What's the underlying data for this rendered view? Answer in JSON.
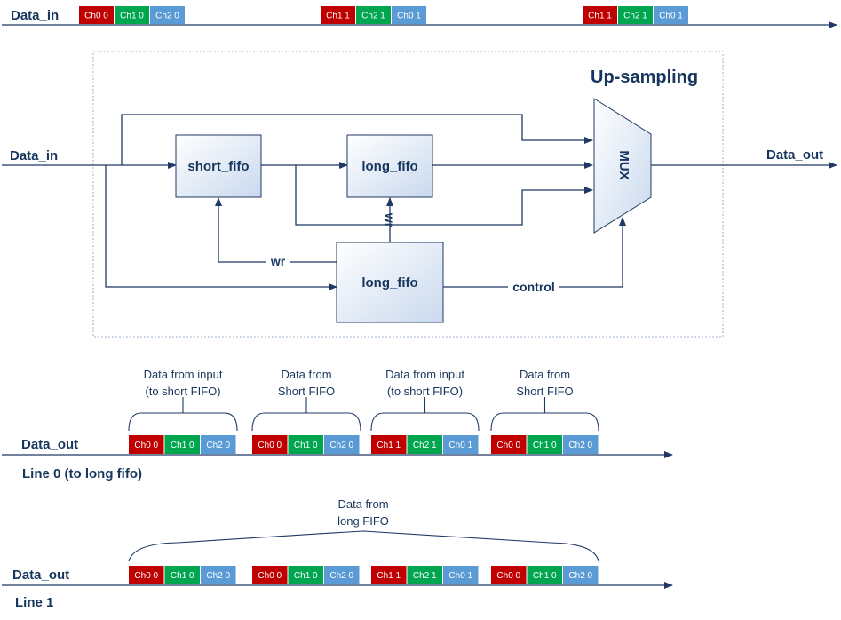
{
  "labels": {
    "data_in_top": "Data_in",
    "data_in_left": "Data_in",
    "data_out_right": "Data_out",
    "up_sampling": "Up-sampling",
    "mux": "MUX",
    "wr_vertical": "wr",
    "wr_horizontal": "wr",
    "control": "control",
    "data_out_line0": "Data_out",
    "line0": "Line 0 (to long fifo)",
    "data_out_line1": "Data_out",
    "line1": "Line 1"
  },
  "boxes": {
    "short_fifo": "short_fifo",
    "long_fifo_top": "long_fifo",
    "long_fifo_bottom": "long_fifo"
  },
  "annotations": {
    "line0": [
      [
        "Data from input",
        "(to short FIFO)"
      ],
      [
        "Data from",
        "Short FIFO"
      ],
      [
        "Data from input",
        "(to short FIFO)"
      ],
      [
        "Data from",
        "Short FIFO"
      ]
    ],
    "line1": [
      "Data from",
      "long FIFO"
    ]
  },
  "colors": {
    "ch0": "#c00000",
    "ch1": "#00a550",
    "ch2": "#5b9bd5",
    "line": "#1f3864",
    "text": "#17365d"
  },
  "streams": {
    "data_in": [
      [
        {
          "label": "Ch0 0",
          "color": "ch0"
        },
        {
          "label": "Ch1 0",
          "color": "ch1"
        },
        {
          "label": "Ch2 0",
          "color": "ch2"
        }
      ],
      [
        {
          "label": "Ch1 1",
          "color": "ch0"
        },
        {
          "label": "Ch2 1",
          "color": "ch1"
        },
        {
          "label": "Ch0 1",
          "color": "ch2"
        }
      ],
      [
        {
          "label": "Ch1 1",
          "color": "ch0"
        },
        {
          "label": "Ch2 1",
          "color": "ch1"
        },
        {
          "label": "Ch0 1",
          "color": "ch2"
        }
      ]
    ],
    "line0": [
      [
        {
          "label": "Ch0 0",
          "color": "ch0"
        },
        {
          "label": "Ch1 0",
          "color": "ch1"
        },
        {
          "label": "Ch2 0",
          "color": "ch2"
        }
      ],
      [
        {
          "label": "Ch0 0",
          "color": "ch0"
        },
        {
          "label": "Ch1 0",
          "color": "ch1"
        },
        {
          "label": "Ch2 0",
          "color": "ch2"
        }
      ],
      [
        {
          "label": "Ch1 1",
          "color": "ch0"
        },
        {
          "label": "Ch2 1",
          "color": "ch1"
        },
        {
          "label": "Ch0 1",
          "color": "ch2"
        }
      ],
      [
        {
          "label": "Ch0 0",
          "color": "ch0"
        },
        {
          "label": "Ch1 0",
          "color": "ch1"
        },
        {
          "label": "Ch2 0",
          "color": "ch2"
        }
      ]
    ],
    "line1": [
      [
        {
          "label": "Ch0 0",
          "color": "ch0"
        },
        {
          "label": "Ch1 0",
          "color": "ch1"
        },
        {
          "label": "Ch2 0",
          "color": "ch2"
        }
      ],
      [
        {
          "label": "Ch0 0",
          "color": "ch0"
        },
        {
          "label": "Ch1 0",
          "color": "ch1"
        },
        {
          "label": "Ch2 0",
          "color": "ch2"
        }
      ],
      [
        {
          "label": "Ch1 1",
          "color": "ch0"
        },
        {
          "label": "Ch2 1",
          "color": "ch1"
        },
        {
          "label": "Ch0 1",
          "color": "ch2"
        }
      ],
      [
        {
          "label": "Ch0 0",
          "color": "ch0"
        },
        {
          "label": "Ch1 0",
          "color": "ch1"
        },
        {
          "label": "Ch2 0",
          "color": "ch2"
        }
      ]
    ]
  }
}
